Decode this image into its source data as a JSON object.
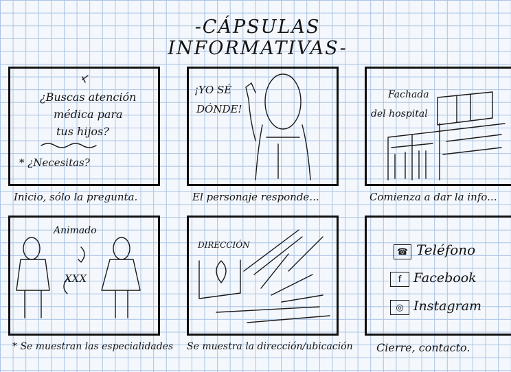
{
  "title": "-CÁPSULAS INFORMATIVAS-",
  "frames": [
    {
      "text_lines": [
        "¿Buscas atención",
        "médica para",
        "tus hijos?"
      ],
      "note": "* ¿Necesitas?",
      "caption": "Inicio, sólo la pregunta."
    },
    {
      "speech": [
        "¡YO SÉ",
        "DÓNDE!"
      ],
      "caption": "El personaje responde..."
    },
    {
      "label": [
        "Fachada",
        "del hospital"
      ],
      "caption": "Comienza a dar la info..."
    },
    {
      "label": "Animado",
      "center_text": "XXX",
      "caption": "* Se muestran las especialidades"
    },
    {
      "label": "DIRECCIÓN",
      "caption": "Se muestra la dirección/ubicación"
    },
    {
      "contacts": [
        {
          "label": "Teléfono",
          "icon": "phone-icon",
          "glyph": "☎"
        },
        {
          "label": "Facebook",
          "icon": "facebook-icon",
          "glyph": "f"
        },
        {
          "label": "Instagram",
          "icon": "instagram-icon",
          "glyph": "◎"
        }
      ],
      "caption": "Cierre, contacto."
    }
  ]
}
